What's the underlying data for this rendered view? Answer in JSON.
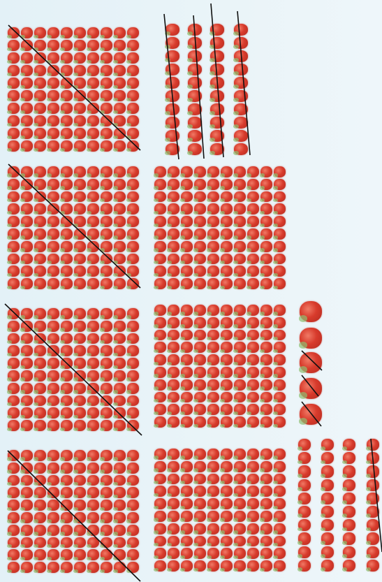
{
  "figure": {
    "background_color": "#e6f2f7",
    "item_icon": "tomato-icon",
    "item_color": "#d83b2c",
    "stroke_color": "#111111"
  },
  "rows": [
    {
      "name": "row-1",
      "groups": [
        {
          "kind": "hundred",
          "count": 100,
          "crossed": true
        },
        {
          "kind": "tens",
          "count": 4,
          "crossed": 4
        }
      ]
    },
    {
      "name": "row-2",
      "groups": [
        {
          "kind": "hundred",
          "count": 100,
          "crossed": true
        },
        {
          "kind": "hundred",
          "count": 100,
          "crossed": false
        }
      ]
    },
    {
      "name": "row-3",
      "groups": [
        {
          "kind": "hundred",
          "count": 100,
          "crossed": true
        },
        {
          "kind": "hundred",
          "count": 100,
          "crossed": false
        },
        {
          "kind": "ones",
          "count": 5,
          "crossed": 3
        }
      ]
    },
    {
      "name": "row-4",
      "groups": [
        {
          "kind": "hundred",
          "count": 100,
          "crossed": true
        },
        {
          "kind": "hundred",
          "count": 100,
          "crossed": false
        },
        {
          "kind": "tens",
          "count": 4,
          "crossed": 1
        }
      ]
    }
  ]
}
